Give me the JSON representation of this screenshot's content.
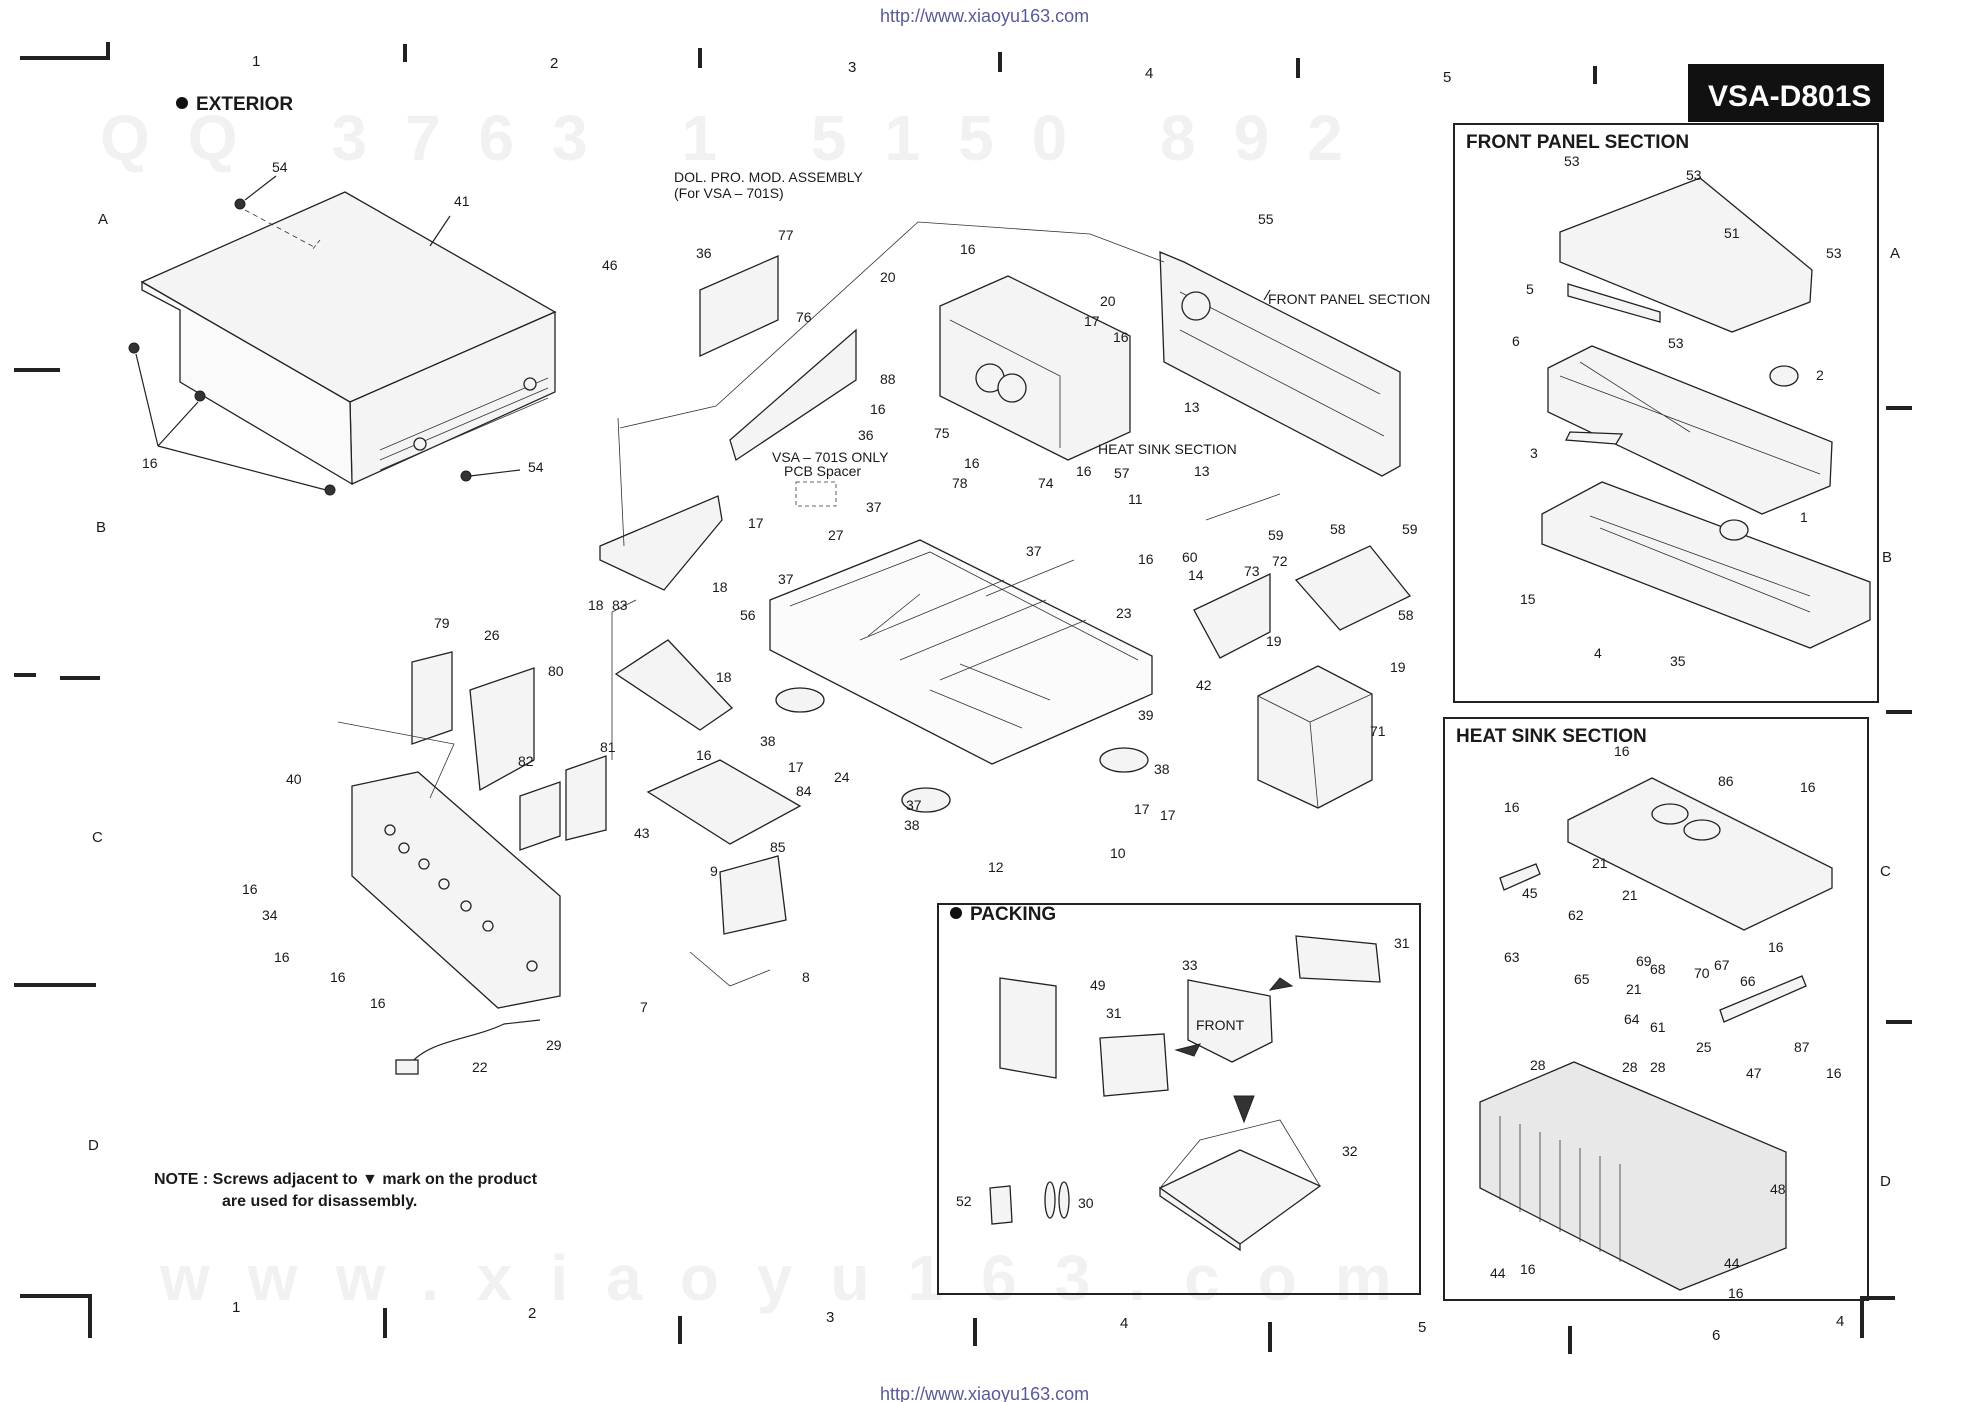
{
  "header": {
    "url_top": "http://www.xiaoyu163.com",
    "url_bottom": "http://www.xiaoyu163.com",
    "model": "VSA-D801S"
  },
  "grid": {
    "columns_top": [
      "1",
      "2",
      "3",
      "4",
      "5"
    ],
    "columns_bottom": [
      "1",
      "2",
      "3",
      "4",
      "5",
      "6",
      "4"
    ],
    "rows_left": [
      "A",
      "B",
      "C",
      "D"
    ],
    "rows_right": [
      "A",
      "B",
      "C",
      "D"
    ]
  },
  "sections": {
    "exterior": "EXTERIOR",
    "front_panel": "FRONT PANEL SECTION",
    "heat_sink": "HEAT SINK SECTION",
    "packing": "PACKING"
  },
  "labels": {
    "dol_pro_1": "DOL. PRO. MOD. ASSEMBLY",
    "dol_pro_2": "(For VSA – 701S)",
    "vsa_only": "VSA – 701S ONLY",
    "pcb_spacer": "PCB Spacer",
    "front_panel_callout": "FRONT PANEL SECTION",
    "heat_sink_callout": "HEAT SINK SECTION",
    "front_box_text": "FRONT"
  },
  "note": {
    "line1": "NOTE : Screws adjacent to ▼ mark on the product",
    "line2": "are used for disassembly."
  },
  "callouts": {
    "exterior": [
      "54",
      "41",
      "16",
      "54"
    ],
    "main": [
      "46",
      "36",
      "77",
      "76",
      "20",
      "16",
      "20",
      "17",
      "55",
      "88",
      "16",
      "36",
      "75",
      "16",
      "74",
      "16",
      "57",
      "11",
      "13",
      "16",
      "17",
      "18",
      "78",
      "37",
      "37",
      "27",
      "37",
      "16",
      "60",
      "13",
      "59",
      "58",
      "59",
      "14",
      "73",
      "72",
      "58",
      "18",
      "83",
      "56",
      "18",
      "23",
      "19",
      "19",
      "79",
      "26",
      "80",
      "38",
      "17",
      "24",
      "39",
      "42",
      "71",
      "82",
      "81",
      "16",
      "84",
      "37",
      "38",
      "38",
      "17",
      "17",
      "12",
      "10",
      "40",
      "43",
      "9",
      "85",
      "16",
      "34",
      "16",
      "16",
      "16",
      "7",
      "8",
      "29",
      "22"
    ],
    "front_panel": [
      "53",
      "53",
      "51",
      "53",
      "5",
      "53",
      "6",
      "2",
      "3",
      "1",
      "15",
      "4",
      "35"
    ],
    "heat_sink": [
      "16",
      "86",
      "16",
      "16",
      "45",
      "21",
      "62",
      "21",
      "63",
      "65",
      "69",
      "68",
      "70",
      "67",
      "66",
      "16",
      "21",
      "64",
      "61",
      "28",
      "28",
      "28",
      "25",
      "47",
      "87",
      "16",
      "48",
      "44",
      "16",
      "44",
      "16"
    ],
    "packing": [
      "49",
      "33",
      "31",
      "31",
      "32",
      "52",
      "30"
    ]
  }
}
